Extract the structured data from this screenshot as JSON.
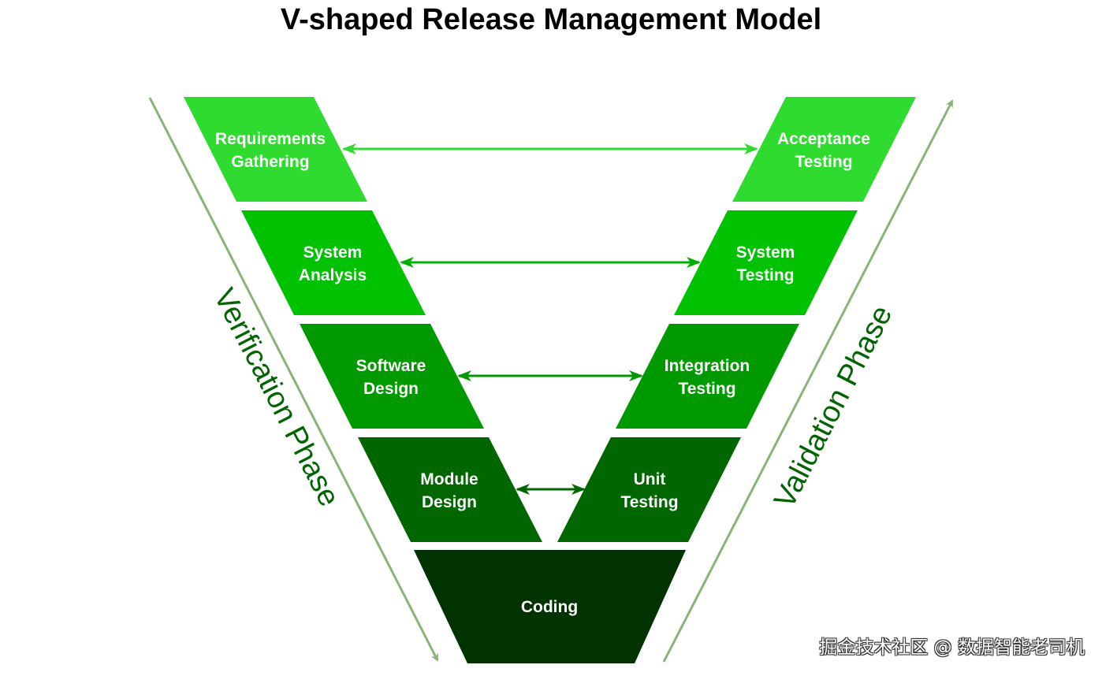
{
  "title": "V-shaped Release Management Model",
  "colors": {
    "level1": "#2edb2e",
    "level2": "#00c200",
    "level3": "#009900",
    "level4": "#006600",
    "coding": "#003300",
    "phase_arrow": "#88b478",
    "phase_text": "#006400"
  },
  "verification": {
    "phase_label": "Verification Phase",
    "stages": [
      {
        "line1": "Requirements",
        "line2": "Gathering"
      },
      {
        "line1": "System",
        "line2": "Analysis"
      },
      {
        "line1": "Software",
        "line2": "Design"
      },
      {
        "line1": "Module",
        "line2": "Design"
      }
    ]
  },
  "validation": {
    "phase_label": "Validation Phase",
    "stages": [
      {
        "line1": "Acceptance",
        "line2": "Testing"
      },
      {
        "line1": "System",
        "line2": "Testing"
      },
      {
        "line1": "Integration",
        "line2": "Testing"
      },
      {
        "line1": "Unit",
        "line2": "Testing"
      }
    ]
  },
  "coding": {
    "label": "Coding"
  },
  "watermark": "掘金技术社区 @ 数据智能老司机"
}
